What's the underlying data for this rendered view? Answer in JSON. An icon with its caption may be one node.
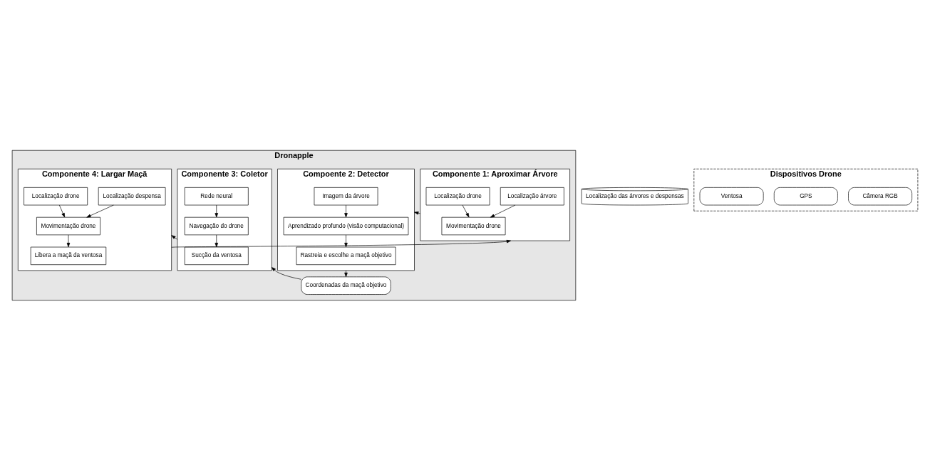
{
  "diagram": {
    "nodes": [
      {
        "text": [
          "Dronapple"
        ]
      },
      {
        "text": [
          "Componente 1: Aproximar Árvore"
        ],
        "in": 0
      },
      {
        "text": [
          "Localização árvore"
        ],
        "in": 1
      },
      {
        "text": [
          "Localização drone"
        ],
        "in": 1
      },
      {
        "text": [
          "Movimentação drone"
        ],
        "in": 1
      },
      {
        "text": [
          "Compoente 2: Detector"
        ],
        "in": 0
      },
      {
        "text": [
          "Imagem da árvore"
        ],
        "in": 5
      },
      {
        "text": [
          "Aprendizado profundo (visão computacional)"
        ],
        "in": 5
      },
      {
        "text": [
          "Rastreia e escolhe a maçã objetivo"
        ],
        "in": 5
      },
      {
        "text": [
          "Coordenadas da maçã objetivo"
        ],
        "in": 0
      },
      {
        "text": [
          "Componente 3: Coletor"
        ],
        "in": 0
      },
      {
        "text": [
          "Rede neural"
        ],
        "in": 10
      },
      {
        "text": [
          "Navegação do drone"
        ],
        "in": 10
      },
      {
        "text": [
          "Sucção da ventosa"
        ],
        "in": 10
      },
      {
        "text": [
          "Componente 4: Largar Maçã"
        ],
        "in": 0
      },
      {
        "text": [
          "Localização despensa"
        ],
        "in": 14
      },
      {
        "text": [
          "Localização drone"
        ],
        "in": 14
      },
      {
        "text": [
          "Movimentação drone"
        ],
        "in": 14
      },
      {
        "text": [
          "Libera a maçã da ventosa"
        ],
        "in": 14
      },
      {
        "text": [
          "Localização das árvores e despensas"
        ]
      },
      {
        "text": [
          "Dispositivos Drone"
        ]
      },
      {
        "text": [
          "Câmera RGB"
        ],
        "in": 20
      },
      {
        "text": [
          "GPS"
        ],
        "in": 20
      },
      {
        "text": [
          "Ventosa"
        ],
        "in": 20
      }
    ],
    "edges": [
      {
        "from": 2,
        "to": 4,
        "arrow": "to"
      },
      {
        "from": 3,
        "to": 4,
        "arrow": "to"
      },
      {
        "from": 1,
        "to": 5,
        "arrow": "to"
      },
      {
        "from": 6,
        "to": 7,
        "arrow": "to"
      },
      {
        "from": 7,
        "to": 8,
        "arrow": "to"
      },
      {
        "from": 5,
        "to": 9,
        "arrow": "to"
      },
      {
        "from": 9,
        "to": 10,
        "arrow": "to"
      },
      {
        "from": 11,
        "to": 12,
        "arrow": "to"
      },
      {
        "from": 12,
        "to": 13,
        "arrow": "to"
      },
      {
        "from": 10,
        "to": 14,
        "arrow": "to"
      },
      {
        "from": 15,
        "to": 17,
        "arrow": "to"
      },
      {
        "from": 16,
        "to": 17,
        "arrow": "to"
      },
      {
        "from": 17,
        "to": 18,
        "arrow": "to"
      },
      {
        "from": 14,
        "to": 1,
        "arrow": "to"
      }
    ]
  }
}
